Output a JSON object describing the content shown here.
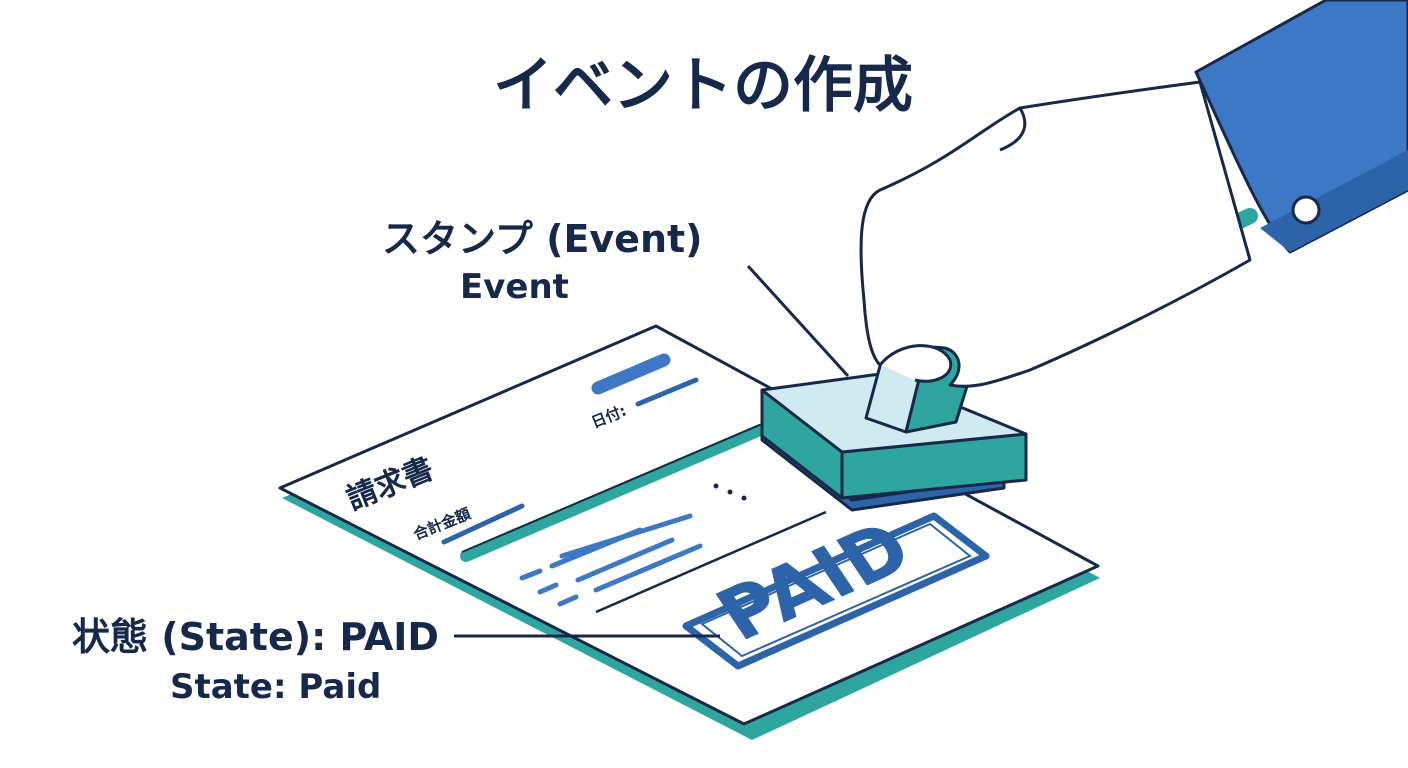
{
  "title": "イベントの作成",
  "stamp_callout": {
    "label": "スタンプ (Event)",
    "sublabel": "Event"
  },
  "state_callout": {
    "label": "状態 (State): PAID",
    "sublabel": "State: Paid"
  },
  "invoice": {
    "title": "請求書",
    "date_label": "日付:",
    "total_label": "合計金額",
    "stamp_text": "PAID"
  },
  "colors": {
    "navy": "#17294a",
    "teal": "#2fa5a0",
    "blue": "#2d63a8",
    "sleeve": "#3d78c6"
  },
  "icons": [
    "hand-icon",
    "rubber-stamp-icon",
    "invoice-document-icon"
  ]
}
